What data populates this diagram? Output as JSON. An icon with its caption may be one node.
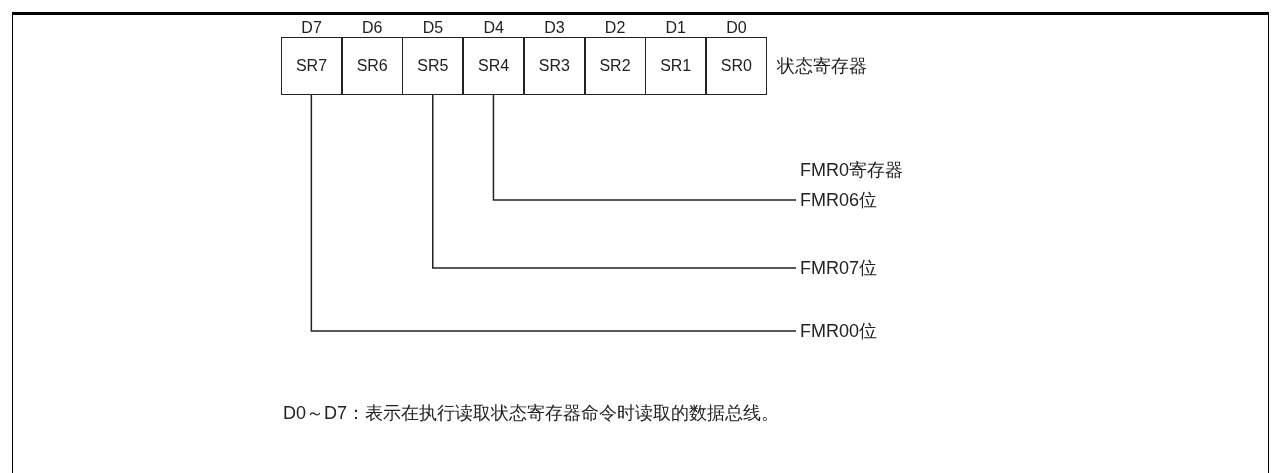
{
  "diagram": {
    "caption": "D0～D7：表示在执行读取状态寄存器命令时读取的数据总线。",
    "nodes": [
      {
        "text": [
          "SR7"
        ]
      },
      {
        "text": [
          "SR6"
        ]
      },
      {
        "text": [
          "SR5"
        ]
      },
      {
        "text": [
          "SR4"
        ]
      },
      {
        "text": [
          "SR3"
        ]
      },
      {
        "text": [
          "SR2"
        ]
      },
      {
        "text": [
          "SR1"
        ]
      },
      {
        "text": [
          "SR0"
        ]
      },
      {
        "text": [
          "FMR06位"
        ]
      },
      {
        "text": [
          "FMR07位"
        ]
      },
      {
        "text": [
          "FMR00位"
        ]
      }
    ],
    "edges": [
      {
        "from": 3,
        "to": 8,
        "arrow": "none"
      },
      {
        "from": 2,
        "to": 9,
        "arrow": "none"
      },
      {
        "from": 0,
        "to": 10,
        "arrow": "none"
      }
    ],
    "labels": [
      "D7",
      "D6",
      "D5",
      "D4",
      "D3",
      "D2",
      "D1",
      "D0",
      "状态寄存器",
      "FMR0寄存器"
    ]
  }
}
